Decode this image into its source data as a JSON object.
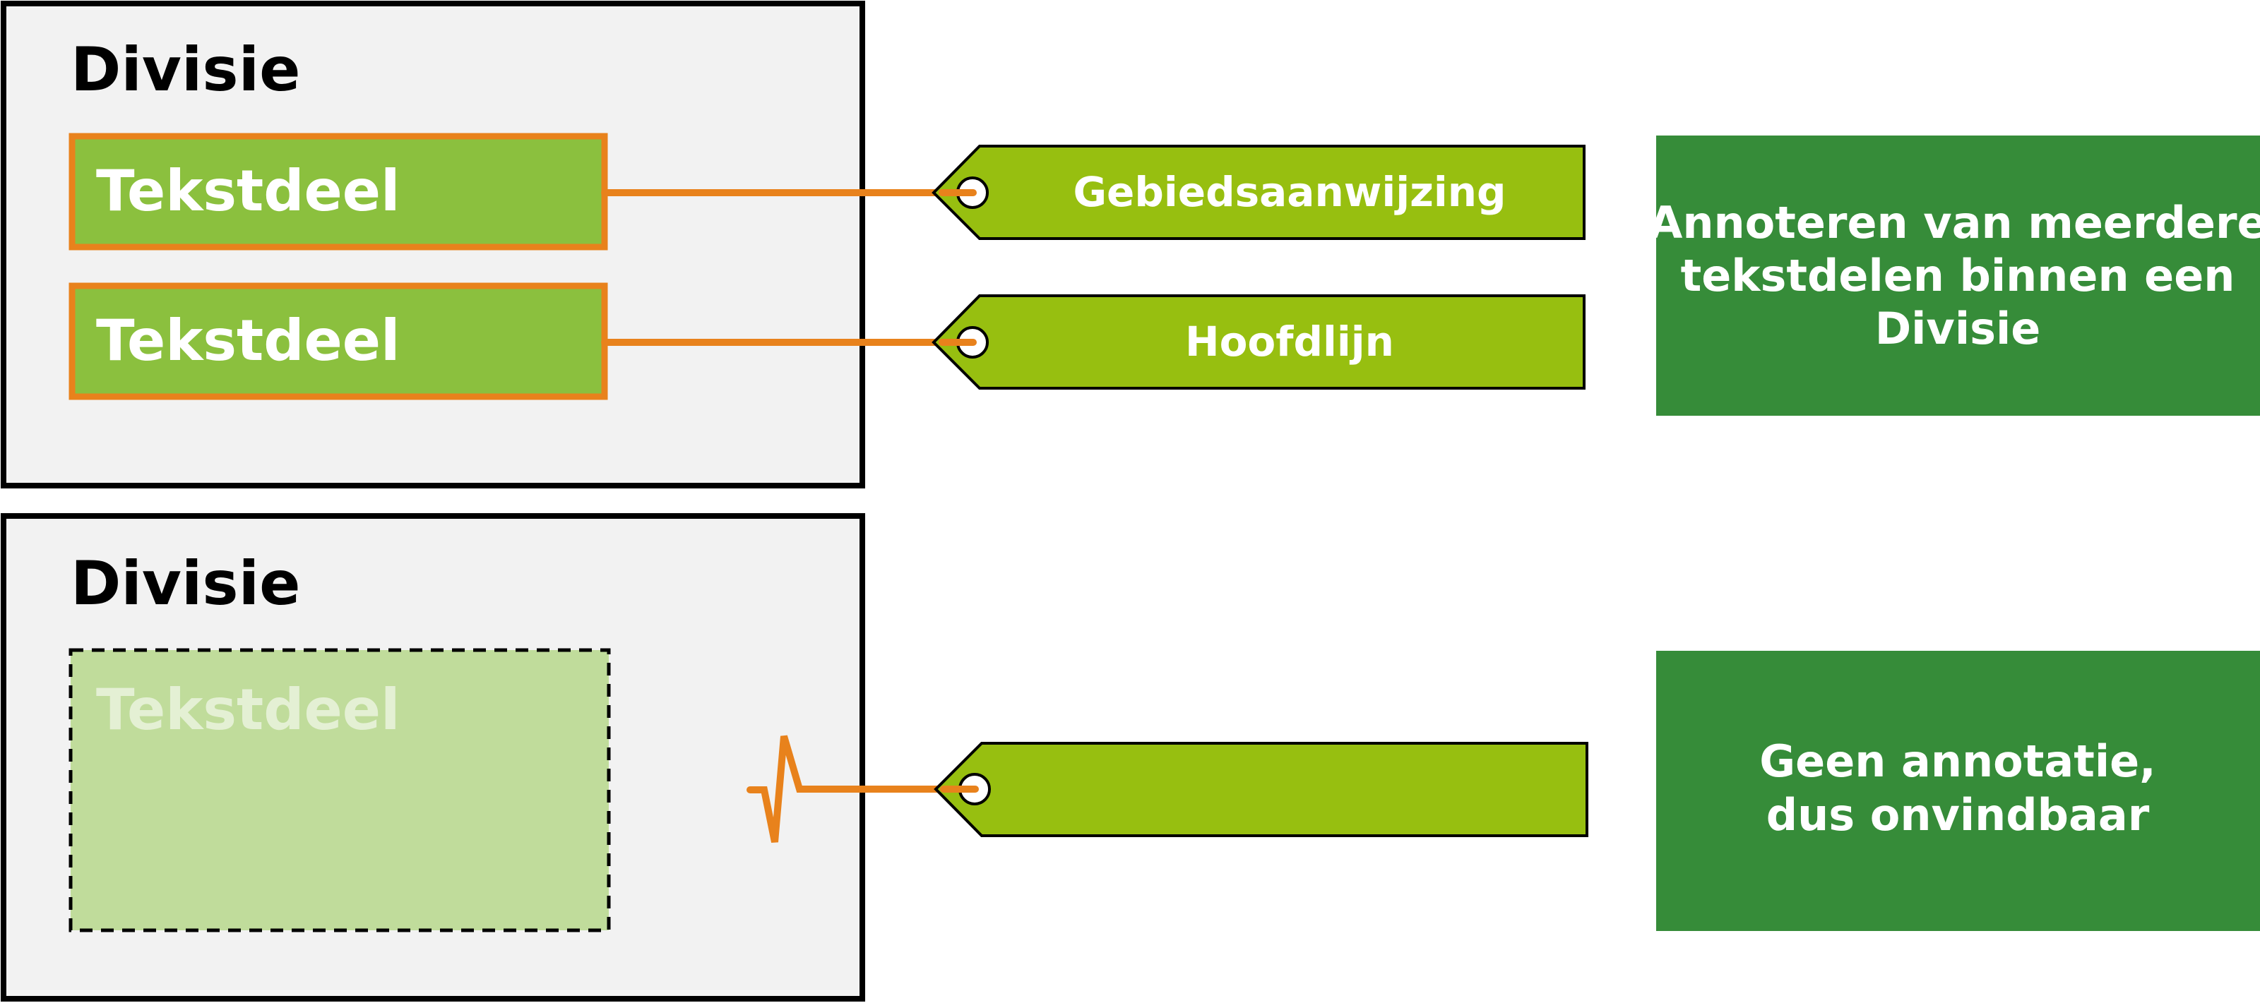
{
  "top_division": {
    "title": "Divisie",
    "text_parts": [
      "Tekstdeel",
      "Tekstdeel"
    ],
    "tags": [
      "Gebiedsaanwijzing",
      "Hoofdlijn"
    ],
    "caption_lines": [
      "Annoteren van meerdere",
      "tekstdelen binnen een",
      "Divisie"
    ]
  },
  "bottom_division": {
    "title": "Divisie",
    "text_part": "Tekstdeel",
    "tag": "",
    "caption_lines": [
      "Geen annotatie,",
      "dus onvindbaar"
    ]
  },
  "colors": {
    "division_fill": "#f2f2f2",
    "division_border": "#000000",
    "text_part_fill": "#8bc03e",
    "text_part_border": "#e8821c",
    "ghost_fill": "#c0dc9b",
    "ghost_text": "#e4f0d4",
    "tag_fill": "#97bf10",
    "connector": "#e8821c",
    "caption_fill": "#368c39",
    "white": "#ffffff"
  }
}
